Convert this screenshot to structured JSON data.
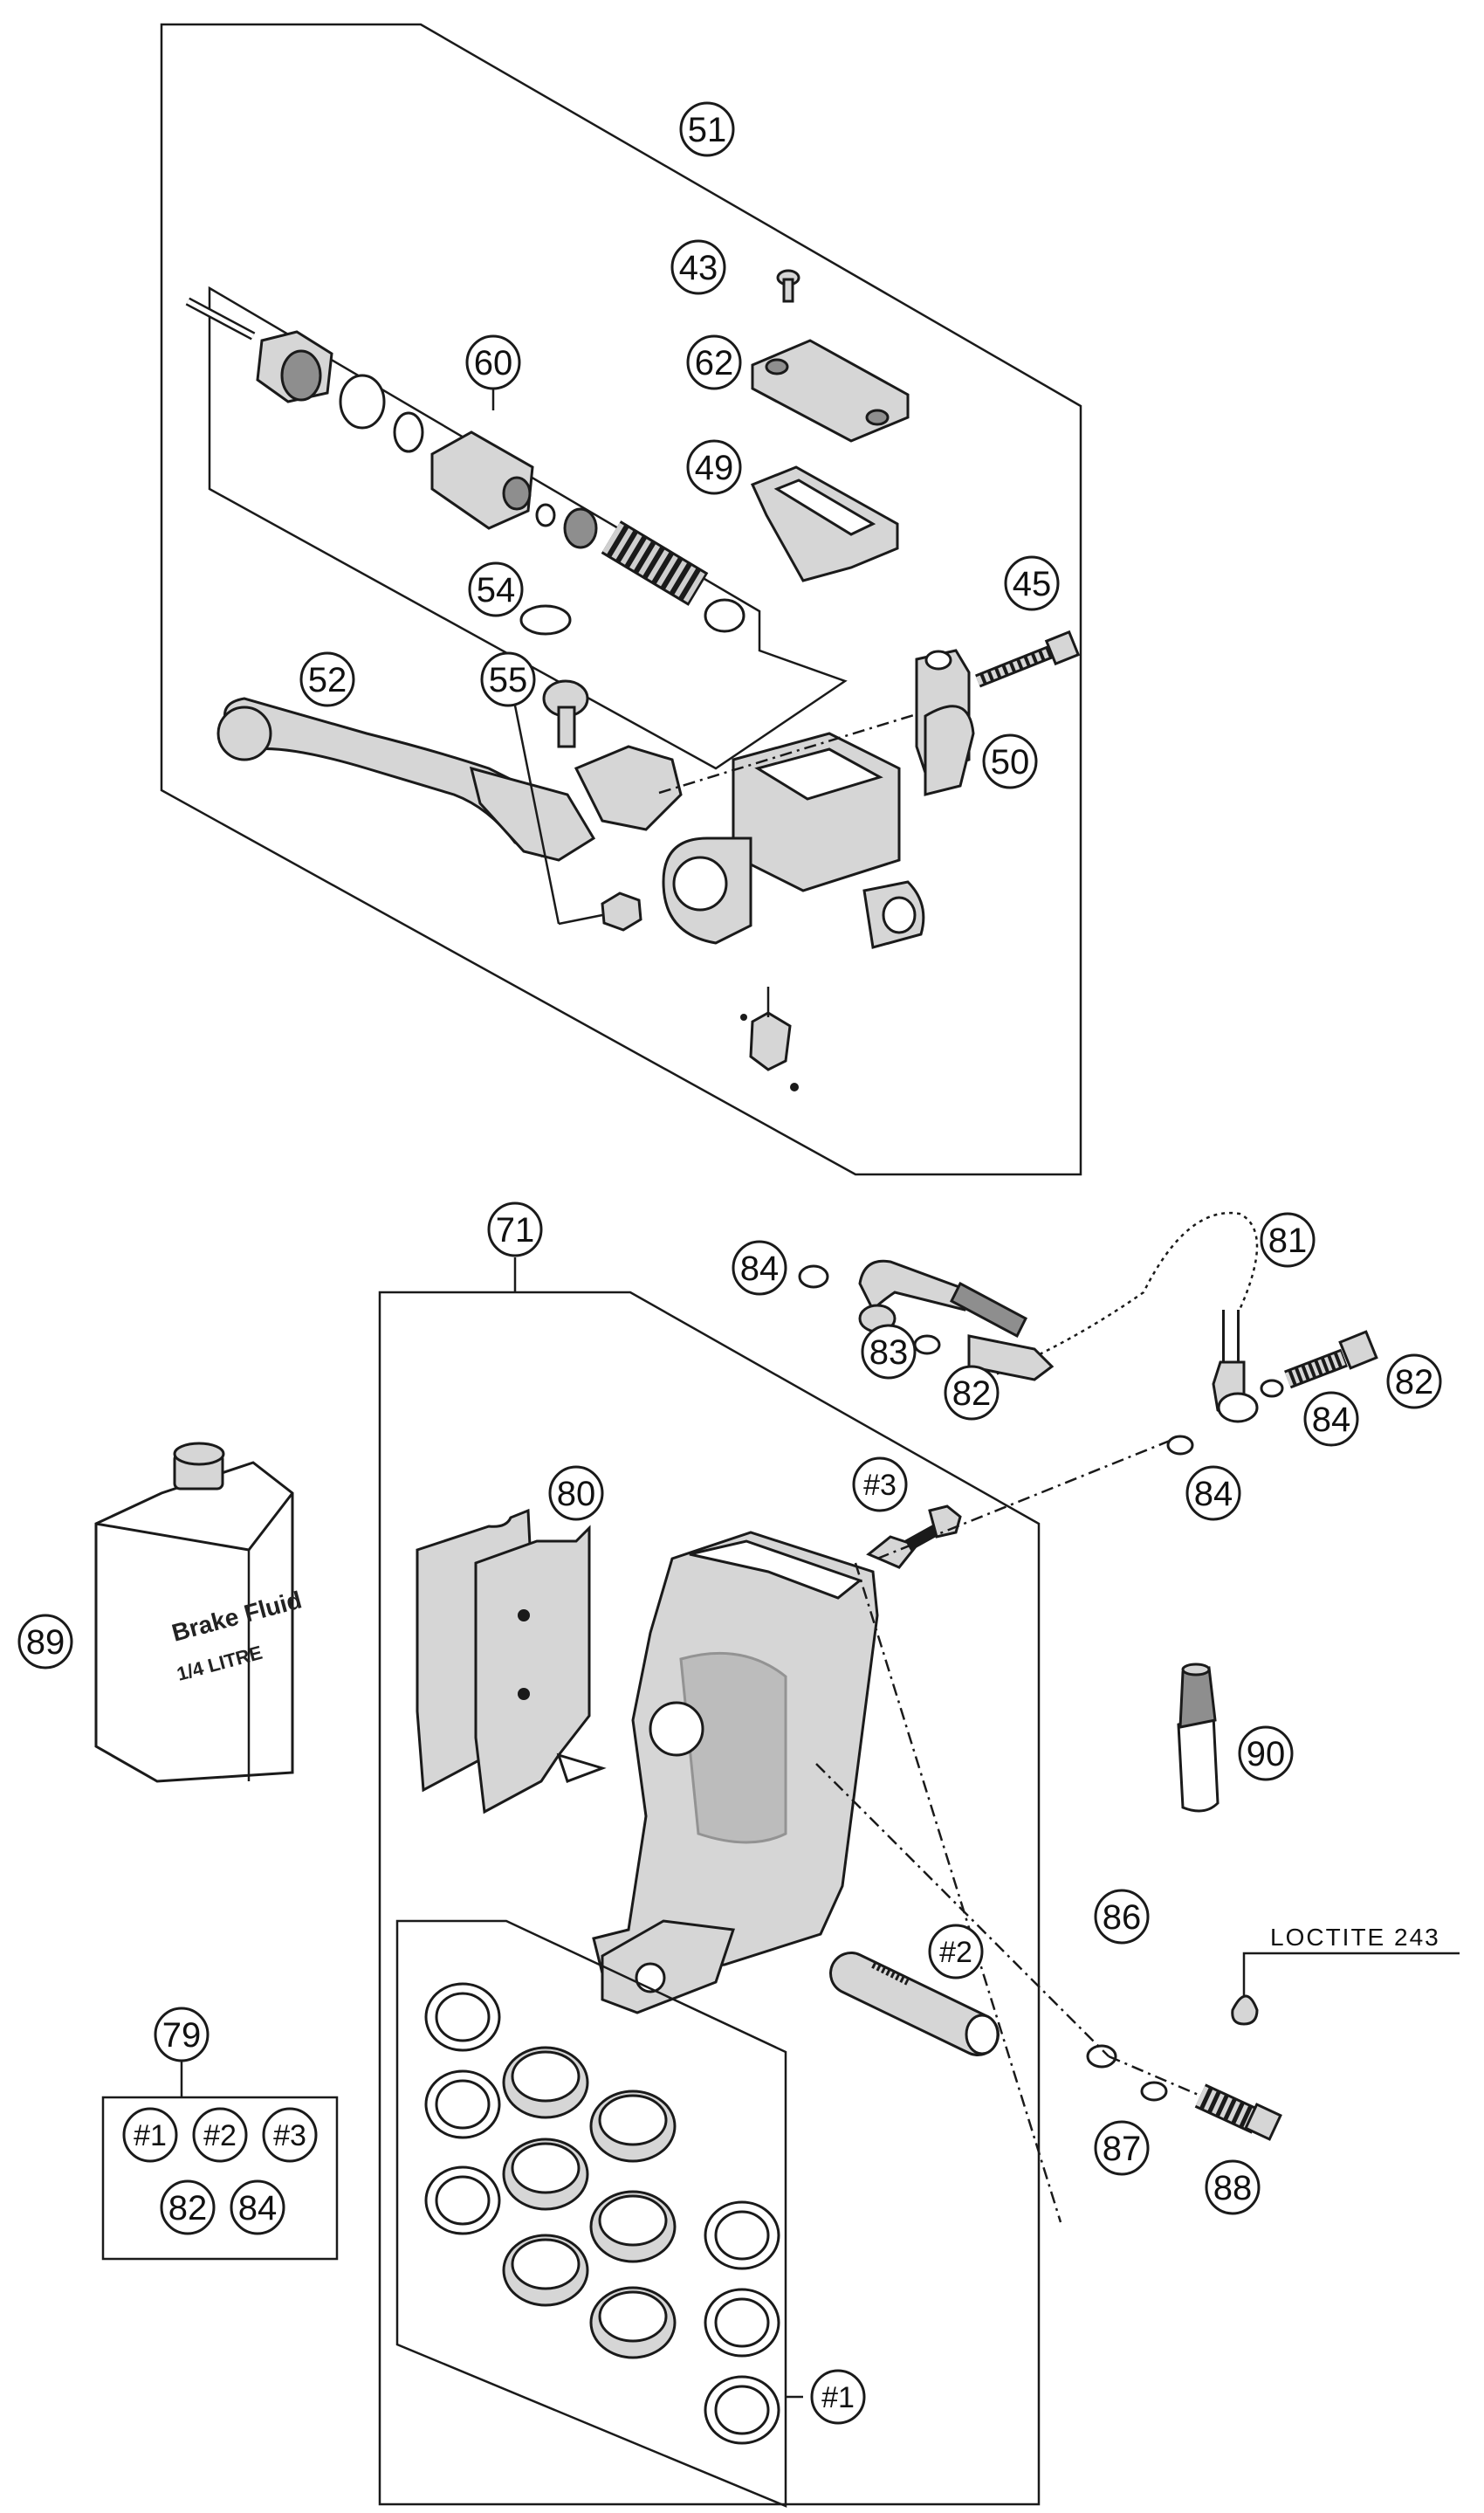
{
  "callouts": {
    "c51": "51",
    "c43": "43",
    "c62": "62",
    "c49": "49",
    "c60": "60",
    "c45": "45",
    "c54": "54",
    "c52": "52",
    "c55": "55",
    "c50": "50",
    "c71": "71",
    "c81": "81",
    "c84a": "84",
    "c83": "83",
    "c82a": "82",
    "c82b": "82",
    "c84b": "84",
    "c84c": "84",
    "c80": "80",
    "c3": "#3",
    "c89": "89",
    "c90": "90",
    "c86": "86",
    "c2": "#2",
    "c87": "87",
    "c88": "88",
    "c79": "79",
    "c1": "#1"
  },
  "kit": {
    "k1": "#1",
    "k2": "#2",
    "k3": "#3",
    "k82": "82",
    "k84": "84"
  },
  "loctite": "LOCTITE 243",
  "can": {
    "line1": "Brake Fluid",
    "line2": "1/4 LITRE"
  }
}
